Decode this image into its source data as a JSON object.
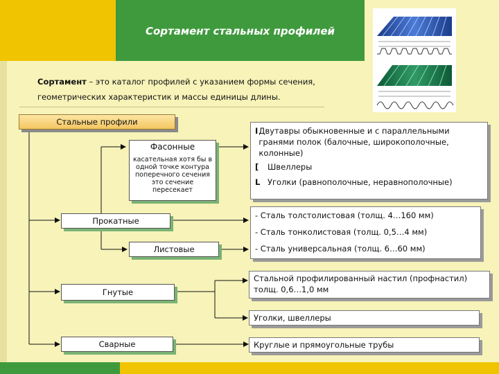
{
  "header": {
    "title": "Сортамент стальных профилей"
  },
  "definition": {
    "term": "Сортамент",
    "line1_rest": " – это каталог профилей с указанием формы сечения,",
    "line2": "геометрических характеристик и массы единицы длины."
  },
  "tree": {
    "root": "Стальные профили",
    "shaped": "Фасонные",
    "shaped_note": "касательная хотя бы в одной точке контура поперечного сечения это сечение пересекает",
    "rolled": "Прокатные",
    "sheet": "Листовые",
    "bent": "Гнутые",
    "welded": "Сварные"
  },
  "details": {
    "ibeam_symbol": "I",
    "ibeam_text": "Двутавры обыкновенные и с параллельными гранями полок (балочные, широкополочные, колонные)",
    "channel_symbol": "[",
    "channel_text": "Швеллеры",
    "angle_symbol": "L",
    "angle_text": "Уголки (равнополочные, неравнополочные)",
    "thick": "- Сталь толстолистовая (толщ. 4…160 мм)",
    "thin": "- Сталь тонколистовая (толщ. 0,5…4 мм)",
    "universal": "- Сталь универсальная (толщ. 6…60 мм)",
    "decking_line1": "Стальной профилированный настил (профнастил)",
    "decking_line2": "толщ. 0,6…1,0 мм",
    "angles_channels": "Уголки, швеллеры",
    "tubes": "Круглые и прямоугольные трубы"
  },
  "colors": {
    "accent_yellow": "#f0c400",
    "accent_green": "#3f9a3d",
    "background": "#f7f3b9"
  }
}
